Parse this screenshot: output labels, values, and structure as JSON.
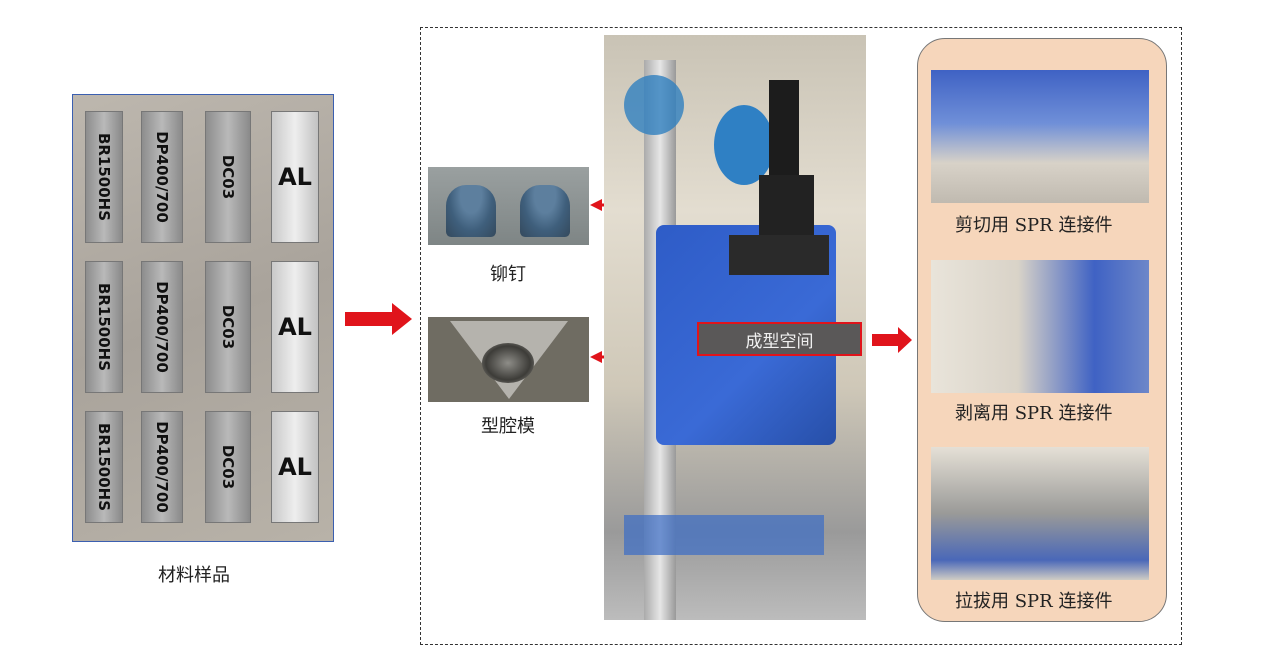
{
  "samples": {
    "caption": "材料样品",
    "rows": [
      [
        "BR1500HS",
        "DP400/700",
        "DC03",
        "AL"
      ],
      [
        "BR1500HS",
        "DP400/700",
        "DC03",
        "AL"
      ],
      [
        "BR1500HS",
        "DP400/700",
        "DC03",
        "AL"
      ]
    ]
  },
  "rivet": {
    "caption": "铆钉"
  },
  "die": {
    "caption": "型腔模"
  },
  "machine": {
    "label": "成型空间"
  },
  "specimens": [
    {
      "caption": "剪切用 SPR 连接件"
    },
    {
      "caption": "剥离用 SPR 连接件"
    },
    {
      "caption": "拉拔用 SPR 连接件"
    }
  ],
  "colors": {
    "arrow": "#e0141b",
    "panel": "#f6d6bb",
    "frame": "#3b5fb0"
  }
}
